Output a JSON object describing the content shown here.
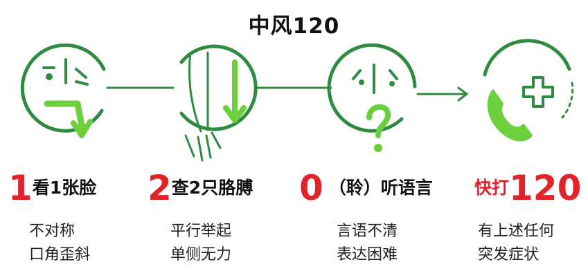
{
  "title": "中风120",
  "colors": {
    "green": "#2e8b3f",
    "light_green": "#6ccf3c",
    "red": "#e3232a",
    "text": "#111111"
  },
  "steps": [
    {
      "icon": "face-droop-icon",
      "num": "1",
      "heading": "看1张脸",
      "lines": [
        "不对称",
        "口角歪斜"
      ]
    },
    {
      "icon": "arm-drop-icon",
      "num": "2",
      "heading": "查2只胳膊",
      "lines": [
        "平行举起",
        "单侧无力"
      ]
    },
    {
      "icon": "confused-face-icon",
      "num": "0",
      "heading": "（聆）听语言",
      "lines": [
        "言语不清",
        "表达困难"
      ]
    },
    {
      "icon": "phone-call-icon",
      "heading_red": "快打",
      "big": "120",
      "lines": [
        "有上述任何",
        "突发症状"
      ]
    }
  ]
}
